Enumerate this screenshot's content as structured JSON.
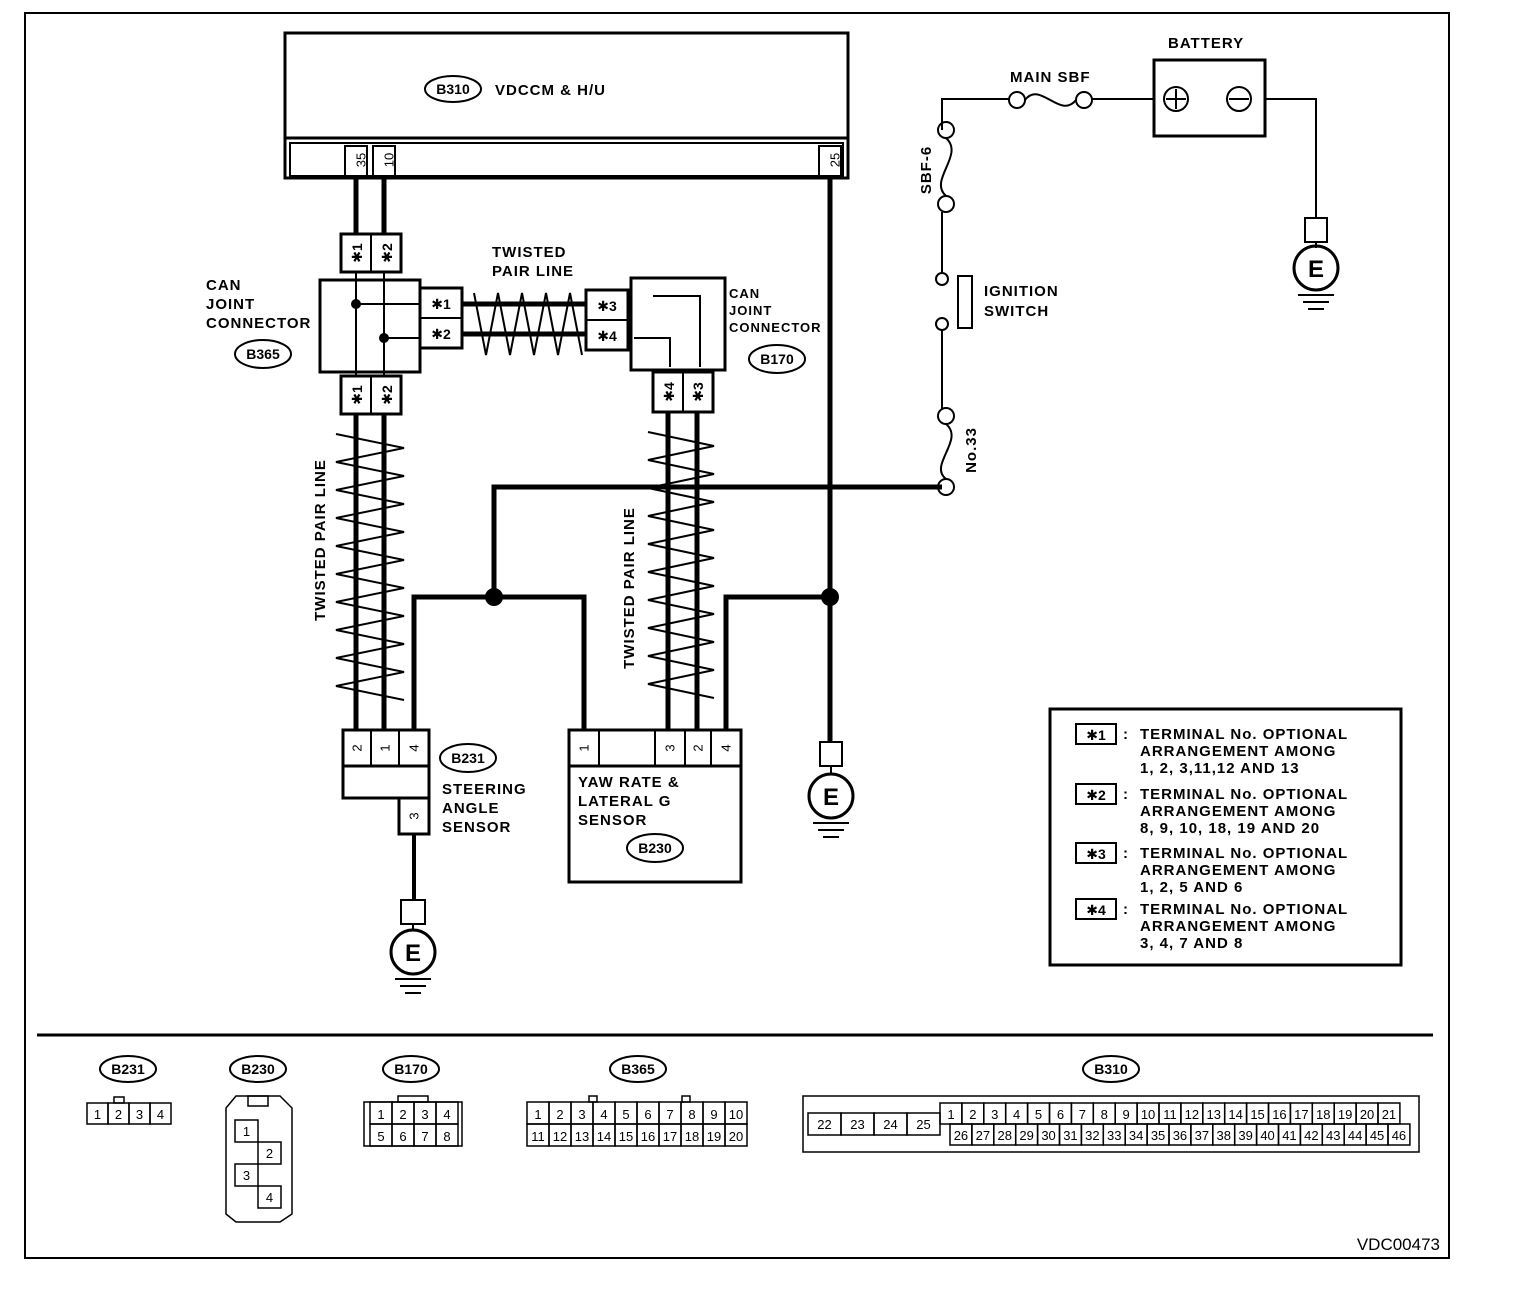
{
  "figure_id": "VDC00473",
  "modules": {
    "b310": {
      "code": "B310",
      "name": "VDCCM & H/U",
      "pins": [
        "35",
        "10",
        "25"
      ]
    },
    "b365": {
      "code": "B365",
      "name": [
        "CAN",
        "JOINT",
        "CONNECTOR"
      ],
      "pins_top": [
        "✱1",
        "✱2"
      ],
      "pins_right": [
        "✱1",
        "✱2"
      ],
      "pins_bottom": [
        "✱1",
        "✱2"
      ]
    },
    "b170": {
      "code": "B170",
      "name": [
        "CAN",
        "JOINT",
        "CONNECTOR"
      ],
      "pins_left": [
        "✱3",
        "✱4"
      ],
      "pins_bottom": [
        "✱4",
        "✱3"
      ]
    },
    "b231": {
      "code": "B231",
      "name": [
        "STEERING",
        "ANGLE",
        "SENSOR"
      ],
      "pins": [
        "2",
        "1",
        "4",
        "3"
      ]
    },
    "b230": {
      "code": "B230",
      "name": [
        "YAW RATE &",
        "LATERAL G",
        "SENSOR"
      ],
      "pins": [
        "1",
        "3",
        "2",
        "4"
      ]
    }
  },
  "power": {
    "battery": "BATTERY",
    "plus": "⊕",
    "minus": "⊖",
    "main_sbf": "MAIN SBF",
    "sbf6": "SBF-6",
    "ignition": [
      "IGNITION",
      "SWITCH"
    ],
    "fuse": "No.33"
  },
  "wires": {
    "twisted_top": [
      "TWISTED",
      "PAIR LINE"
    ],
    "twisted_left": "TWISTED PAIR LINE",
    "twisted_right": "TWISTED PAIR LINE"
  },
  "ground": "E",
  "legend": [
    {
      "mark": "✱1",
      "lines": [
        "TERMINAL No. OPTIONAL",
        "ARRANGEMENT AMONG",
        "1, 2, 3,11,12 AND 13"
      ]
    },
    {
      "mark": "✱2",
      "lines": [
        "TERMINAL No. OPTIONAL",
        "ARRANGEMENT AMONG",
        "8, 9, 10, 18, 19 AND 20"
      ]
    },
    {
      "mark": "✱3",
      "lines": [
        "TERMINAL No. OPTIONAL",
        "ARRANGEMENT AMONG",
        "1, 2, 5  AND 6"
      ]
    },
    {
      "mark": "✱4",
      "lines": [
        "TERMINAL No. OPTIONAL",
        "ARRANGEMENT AMONG",
        "3, 4, 7 AND 8"
      ]
    }
  ],
  "legend_sep": ":",
  "connector_views": {
    "b231": {
      "code": "B231",
      "pins": [
        "1",
        "2",
        "3",
        "4"
      ]
    },
    "b230": {
      "code": "B230",
      "pins": [
        "1",
        "2",
        "3",
        "4"
      ]
    },
    "b170": {
      "code": "B170",
      "row1": [
        "1",
        "2",
        "3",
        "4"
      ],
      "row2": [
        "5",
        "6",
        "7",
        "8"
      ]
    },
    "b365": {
      "code": "B365",
      "row1": [
        "1",
        "2",
        "3",
        "4",
        "5",
        "6",
        "7",
        "8",
        "9",
        "10"
      ],
      "row2": [
        "11",
        "12",
        "13",
        "14",
        "15",
        "16",
        "17",
        "18",
        "19",
        "20"
      ]
    },
    "b310": {
      "code": "B310",
      "left": [
        "22",
        "23",
        "24",
        "25"
      ],
      "row1": [
        "1",
        "2",
        "3",
        "4",
        "5",
        "6",
        "7",
        "8",
        "9",
        "10",
        "11",
        "12",
        "13",
        "14",
        "15",
        "16",
        "17",
        "18",
        "19",
        "20",
        "21"
      ],
      "row2": [
        "26",
        "27",
        "28",
        "29",
        "30",
        "31",
        "32",
        "33",
        "34",
        "35",
        "36",
        "37",
        "38",
        "39",
        "40",
        "41",
        "42",
        "43",
        "44",
        "45",
        "46"
      ]
    }
  }
}
